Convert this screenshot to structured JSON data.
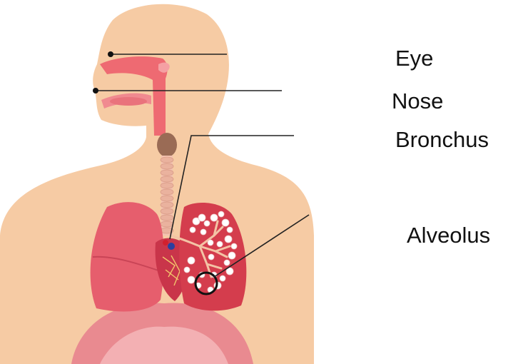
{
  "labels": {
    "eye": "Eye",
    "nose": "Nose",
    "bronchus": "Bronchus",
    "alveolus": "Alveolus"
  },
  "colors": {
    "skin": "#f6cba4",
    "airway": "#ee6a72",
    "lung_left": "#e65e6d",
    "lung_right": "#d43d4d",
    "alveoli": "#ffffff",
    "trachea_ring": "#f3c2b0",
    "larynx": "#9a6b55",
    "diaphragm": "#e98a90",
    "heart": "#c9354a",
    "leader_line": "#222222"
  }
}
